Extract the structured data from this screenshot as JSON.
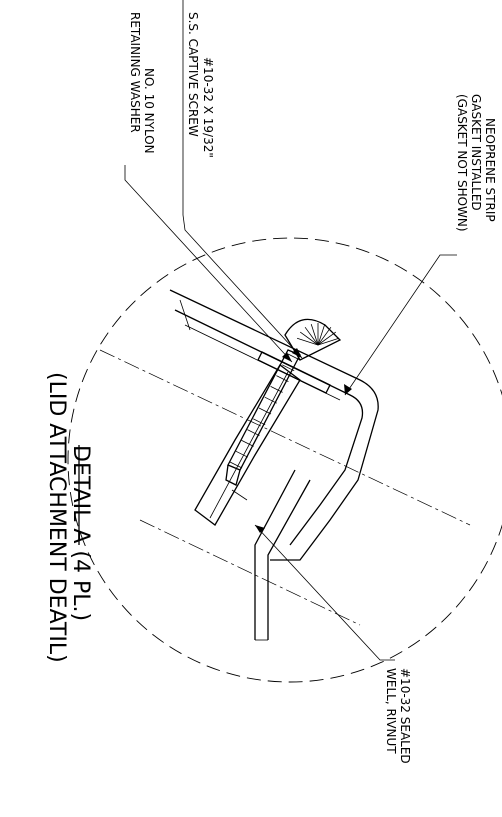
{
  "callouts": {
    "neoprene": [
      "NEOPRENE STRIP",
      "GASKET INSTALLED",
      "(GASKET NOT SHOWN)"
    ],
    "screw": [
      "#10-32 X 19/32\"",
      "S.S. CAPTIVE SCREW"
    ],
    "washer": [
      "NO. 10 NYLON",
      "RETAINING WASHER"
    ],
    "rivnut": [
      "#10-32 SEALED",
      "WELL, RIVNUT"
    ]
  },
  "title": {
    "line1": "DETAIL A (4 PL.)",
    "line2": "(LID ATTACHMENT DEATIL)"
  }
}
